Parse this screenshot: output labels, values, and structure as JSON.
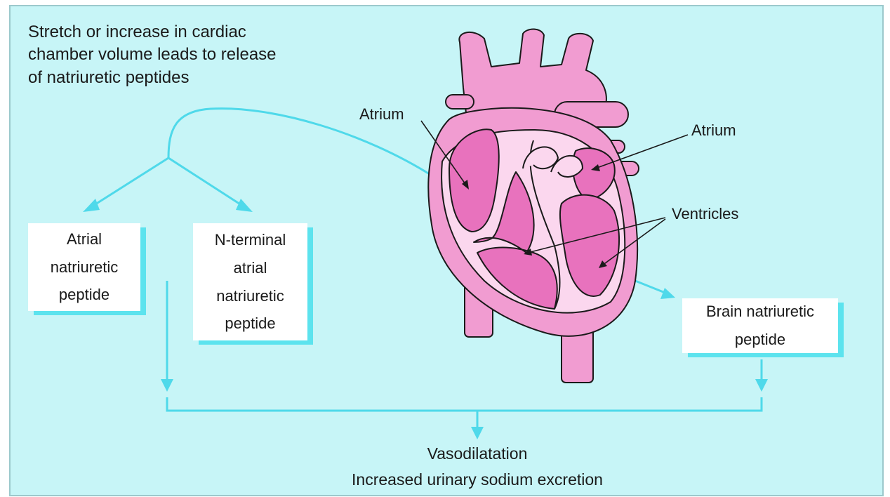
{
  "colors": {
    "background": "#c7f5f7",
    "accent": "#4fd9ea",
    "heart_fill": "#f19cd1",
    "heart_dark": "#e872bd",
    "heart_light": "#fbd7ee"
  },
  "intro": {
    "line1": "Stretch or increase in cardiac",
    "line2": "chamber volume leads to release",
    "line3": "of natriuretic peptides"
  },
  "heart_labels": {
    "atrium_left": "Atrium",
    "atrium_right": "Atrium",
    "ventricles": "Ventricles"
  },
  "boxes": {
    "anp": {
      "line1": "Atrial",
      "line2": "natriuretic",
      "line3": "peptide"
    },
    "ntanp": {
      "line1": "N-terminal",
      "line2": "atrial",
      "line3": "natriuretic",
      "line4": "peptide"
    },
    "bnp": {
      "line1": "Brain natriuretic",
      "line2": "peptide"
    }
  },
  "outcome": {
    "line1": "Vasodilatation",
    "line2": "Increased urinary sodium excretion"
  },
  "icons": {
    "heart": "heart-anatomy-icon"
  }
}
